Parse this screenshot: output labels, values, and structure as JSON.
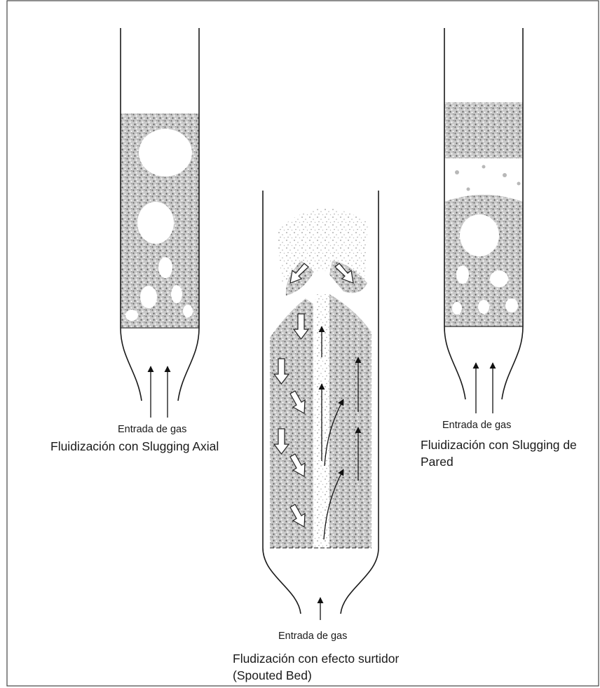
{
  "columns": {
    "axial": {
      "inlet_label": "Entrada de gas",
      "title": "Fluidización con Slugging Axial"
    },
    "spouted": {
      "inlet_label": "Entrada de gas",
      "title_line1": "Fludización con efecto surtidor",
      "title_line2": "(Spouted Bed)"
    },
    "wall": {
      "inlet_label": "Entrada de gas",
      "title_line1": "Fluidización con Slugging de",
      "title_line2": "Pared"
    }
  }
}
